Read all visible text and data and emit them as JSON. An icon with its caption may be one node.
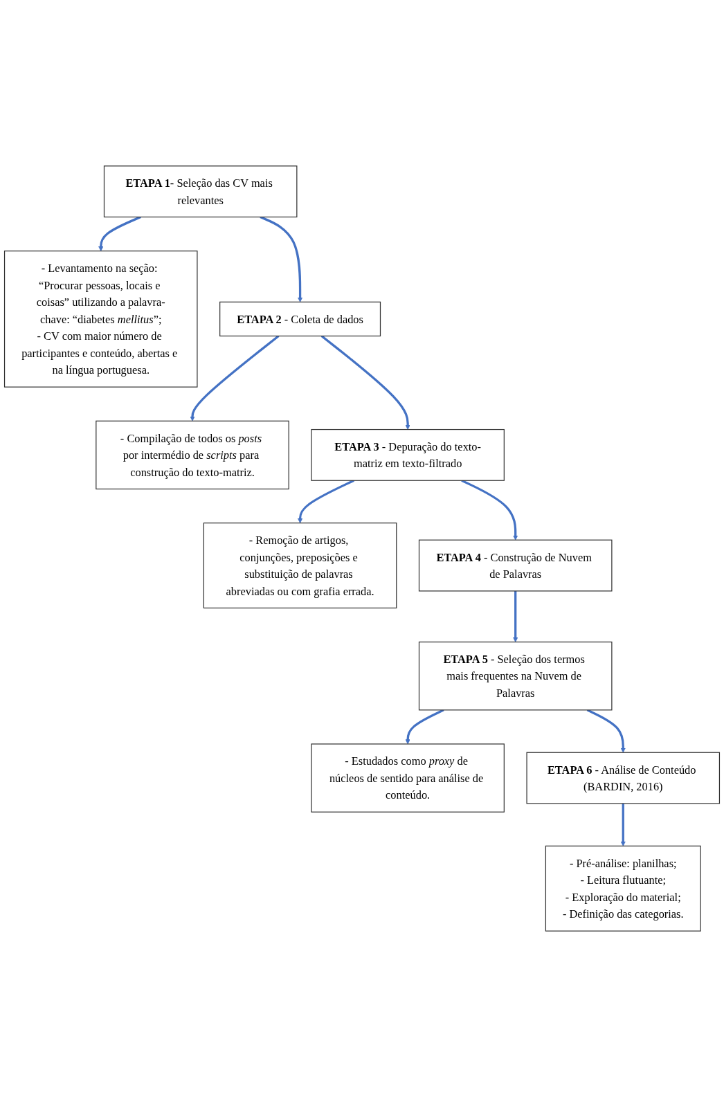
{
  "diagram": {
    "nodes": [
      {
        "text": [
          "**ETAPA 1**- Seleção das CV mais relevantes"
        ]
      },
      {
        "text": [
          "- Levantamento na seção: “Procurar pessoas, locais e coisas” utilizando a palavra-chave: “diabetes *mellitus*”;",
          "- CV com maior número de participantes e conteúdo, abertas e na língua portuguesa."
        ]
      },
      {
        "text": [
          "**ETAPA 2** - Coleta de dados"
        ]
      },
      {
        "text": [
          "- Compilação de todos os *posts* por intermédio de *scripts* para construção do texto-matriz."
        ]
      },
      {
        "text": [
          "**ETAPA 3** - Depuração do texto-matriz em texto-filtrado"
        ]
      },
      {
        "text": [
          "- Remoção de artigos, conjunções, preposições e substituição de palavras abreviadas ou com grafia errada."
        ]
      },
      {
        "text": [
          "**ETAPA 4** - Construção de Nuvem de Palavras"
        ]
      },
      {
        "text": [
          "**ETAPA 5** - Seleção dos termos mais frequentes na Nuvem de Palavras"
        ]
      },
      {
        "text": [
          "- Estudados como *proxy* de núcleos de sentido para análise de conteúdo."
        ]
      },
      {
        "text": [
          "**ETAPA 6** - Análise de Conteúdo (BARDIN, 2016)"
        ]
      },
      {
        "text": [
          "- Pré-análise: planilhas;",
          "- Leitura flutuante;",
          "- Exploração do material;",
          "- Definição das categorias."
        ]
      }
    ],
    "edges": [
      {
        "from": 0,
        "to": 1,
        "arrow": "to"
      },
      {
        "from": 0,
        "to": 2,
        "arrow": "to"
      },
      {
        "from": 2,
        "to": 3,
        "arrow": "to"
      },
      {
        "from": 2,
        "to": 4,
        "arrow": "to"
      },
      {
        "from": 4,
        "to": 5,
        "arrow": "to"
      },
      {
        "from": 4,
        "to": 6,
        "arrow": "to"
      },
      {
        "from": 6,
        "to": 7,
        "arrow": "to"
      },
      {
        "from": 7,
        "to": 8,
        "arrow": "to"
      },
      {
        "from": 7,
        "to": 9,
        "arrow": "to"
      },
      {
        "from": 9,
        "to": 10,
        "arrow": "to"
      }
    ]
  }
}
